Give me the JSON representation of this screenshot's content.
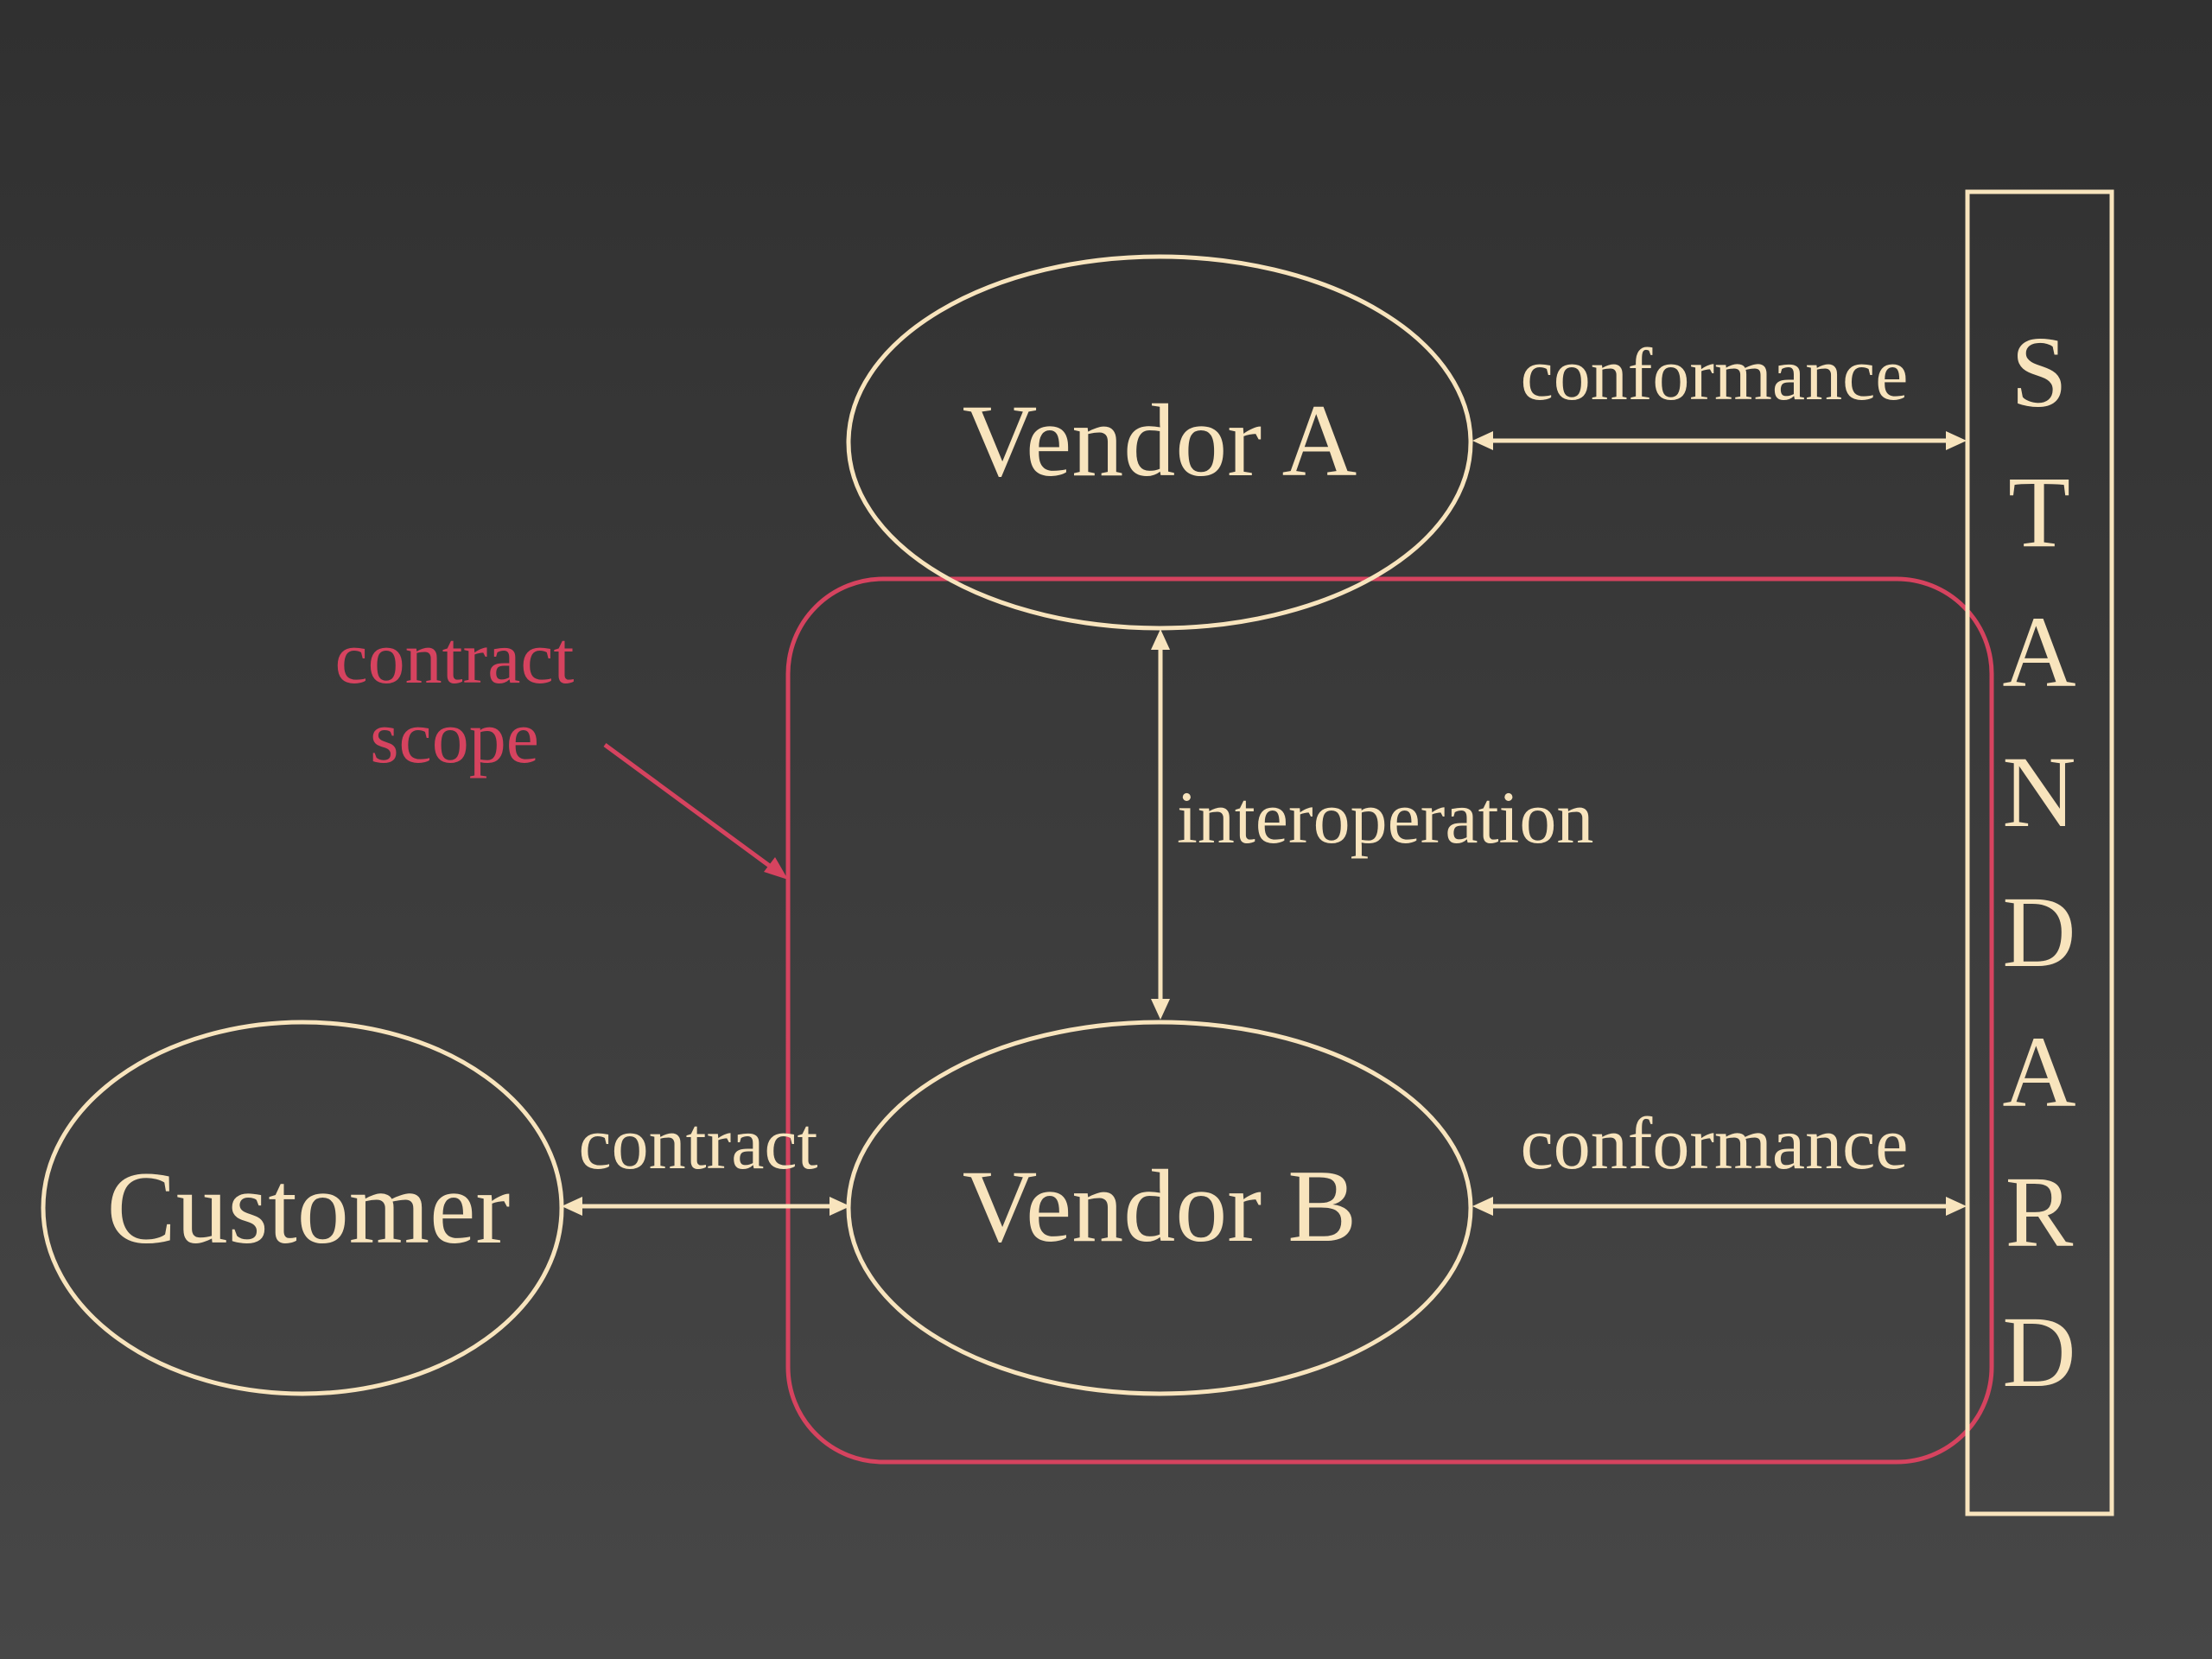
{
  "nodes": {
    "vendor_a": "Vendor A",
    "vendor_b": "Vendor B",
    "customer": "Customer"
  },
  "edges": {
    "conformance_a": "conformance",
    "conformance_b": "conformance",
    "interoperation": "interoperation",
    "contract": "contract"
  },
  "annotation": {
    "line1": "contract",
    "line2": "scope"
  },
  "standard": {
    "letters": [
      "S",
      "T",
      "A",
      "N",
      "D",
      "A",
      "R",
      "D"
    ]
  },
  "colors": {
    "background_top": "#303030",
    "background_bottom": "#474747",
    "foreground": "#f8e4bd",
    "accent": "#d6435f"
  }
}
